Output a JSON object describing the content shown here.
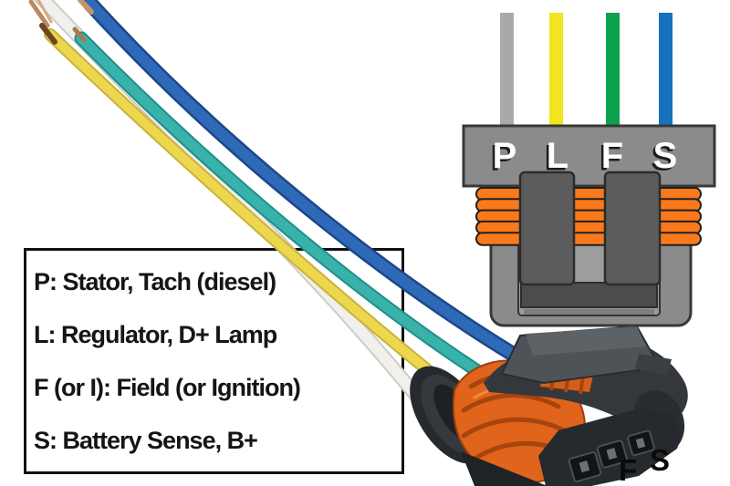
{
  "legend": {
    "lines": [
      "P: Stator, Tach (diesel)",
      "L: Regulator, D+ Lamp",
      "F (or I): Field (or Ignition)",
      "S: Battery Sense, B+"
    ]
  },
  "diagram": {
    "pins": [
      {
        "label": "P",
        "wire_color_name": "gray",
        "wire_color": "#a9a9a9"
      },
      {
        "label": "L",
        "wire_color_name": "yellow",
        "wire_color": "#f2e41f"
      },
      {
        "label": "F",
        "wire_color_name": "green",
        "wire_color": "#0ba24d"
      },
      {
        "label": "S",
        "wire_color_name": "blue",
        "wire_color": "#1571bd"
      }
    ],
    "colors": {
      "housing_gray": "#8b8b8b",
      "recess_gray": "#9d9d9d",
      "tab_dark_gray": "#5c5c5c",
      "seal_orange": "#f9791b",
      "slot_dark": "#4c4c4c"
    }
  },
  "photo": {
    "labels": {
      "f": "F",
      "s": "S"
    },
    "wire_colors": {
      "white": "#f1f0ec",
      "yellow": "#ecd74e",
      "teal": "#38b2ab",
      "blue": "#2e6ab8"
    },
    "connector_colors": {
      "housing_black": "#26292d",
      "latch_gray": "#4e5357",
      "seal_orange": "#e0641c"
    }
  }
}
